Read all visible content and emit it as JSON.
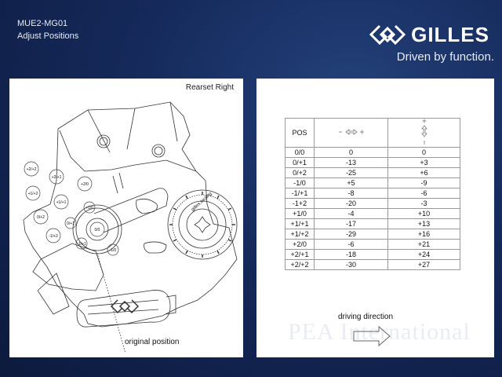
{
  "header": {
    "model": "MUE2-MG01",
    "subtitle": "Adjust Positions"
  },
  "brand": {
    "name": "GILLES",
    "tagline": "Driven by function."
  },
  "diagram": {
    "title": "Rearset Right",
    "caption": "original position",
    "knob_label": "gilles.tooling",
    "pos_labels": [
      "+2/+2",
      "+2/+1",
      "+2/0",
      "+1/+2",
      "+1/+1",
      "0/+2",
      "-1/+2",
      "+1/0",
      "0/+1",
      "0/0",
      "-1/+1",
      "-1/0"
    ]
  },
  "table": {
    "header_pos": "POS",
    "rows": [
      {
        "pos": "0/0",
        "h": "0",
        "v": "0"
      },
      {
        "pos": "0/+1",
        "h": "-13",
        "v": "+3"
      },
      {
        "pos": "0/+2",
        "h": "-25",
        "v": "+6"
      },
      {
        "pos": "-1/0",
        "h": "+5",
        "v": "-9"
      },
      {
        "pos": "-1/+1",
        "h": "-8",
        "v": "-6"
      },
      {
        "pos": "-1+2",
        "h": "-20",
        "v": "-3"
      },
      {
        "pos": "+1/0",
        "h": "-4",
        "v": "+10"
      },
      {
        "pos": "+1/+1",
        "h": "-17",
        "v": "+13"
      },
      {
        "pos": "+1/+2",
        "h": "-29",
        "v": "+16"
      },
      {
        "pos": "+2/0",
        "h": "-6",
        "v": "+21"
      },
      {
        "pos": "+2/+1",
        "h": "-18",
        "v": "+24"
      },
      {
        "pos": "+2/+2",
        "h": "-30",
        "v": "+27"
      }
    ]
  },
  "driving_direction": "driving direction",
  "watermark": "PEA International",
  "colors": {
    "background": "#15295a",
    "panel": "#ffffff",
    "line": "#333333"
  }
}
